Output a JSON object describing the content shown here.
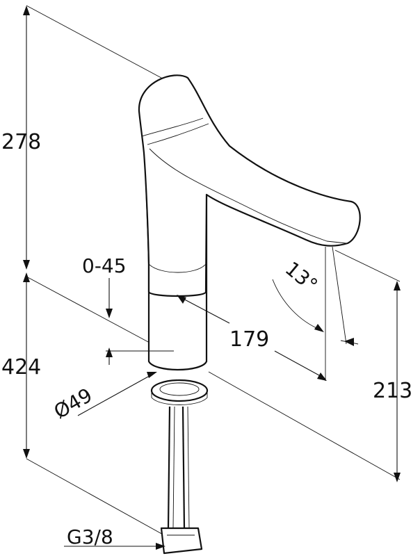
{
  "dimensions": {
    "total_height": "278",
    "lower_height": "424",
    "lever_range": "0-45",
    "spout_reach": "179",
    "spout_angle": "13°",
    "base_diameter": "Ø49",
    "spout_height": "213",
    "connection": "G3/8"
  }
}
